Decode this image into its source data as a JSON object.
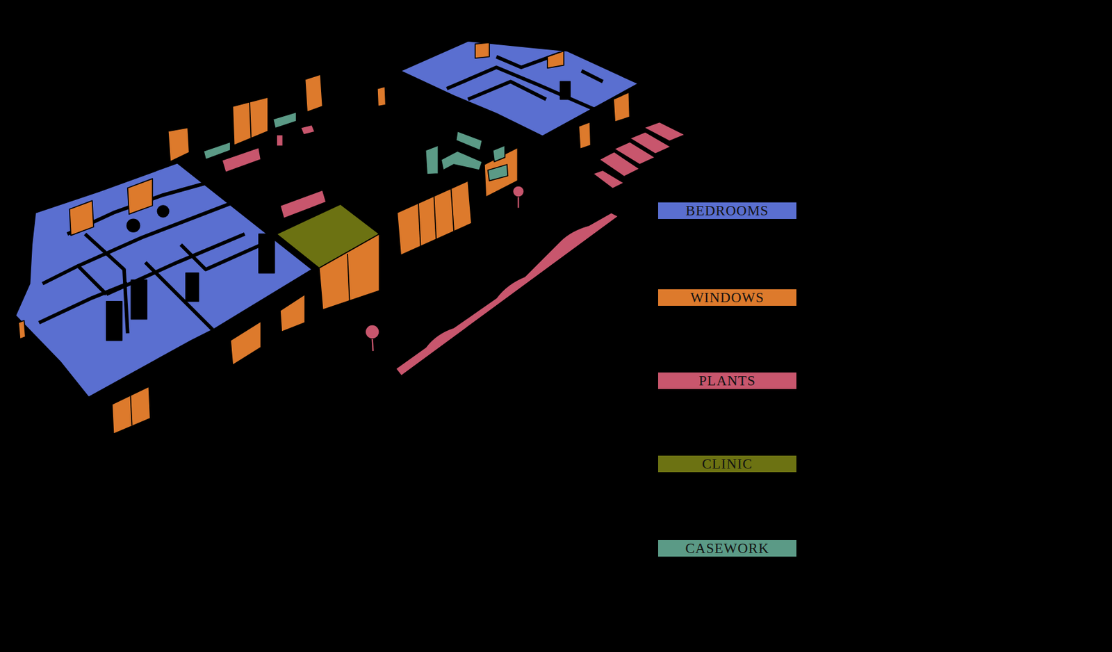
{
  "diagram": {
    "legend": [
      {
        "text": "BEDROOMS",
        "color": "#5a6fd0"
      },
      {
        "text": "WINDOWS",
        "color": "#dd7a2c"
      },
      {
        "text": "PLANTS",
        "color": "#c8566d"
      },
      {
        "text": "CLINIC",
        "color": "#6c7212"
      },
      {
        "text": "CASEWORK",
        "color": "#5b9a86"
      }
    ]
  }
}
